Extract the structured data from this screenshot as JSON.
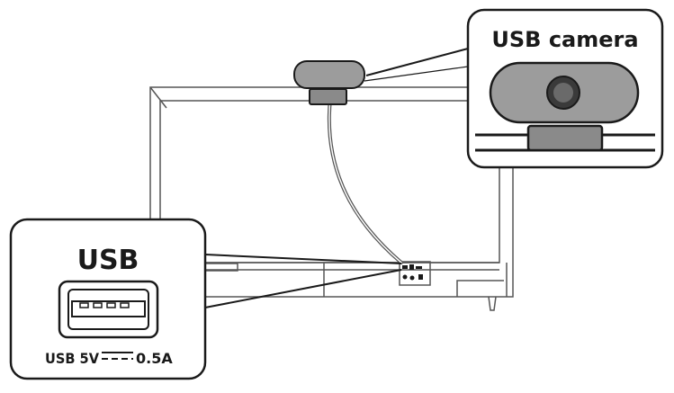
{
  "camera_callout": {
    "title": "USB camera"
  },
  "usb_callout": {
    "title": "USB",
    "rating_prefix": "USB 5V",
    "rating_suffix": "0.5A"
  },
  "colors": {
    "stroke": "#1a1a1a",
    "camera_body": "#9c9c9c",
    "camera_mount": "#8a8a8a",
    "lens_outer": "#3a3a3a",
    "lens_inner": "#6a6a6a",
    "tv_outline": "#555555",
    "cable": "#555555"
  }
}
